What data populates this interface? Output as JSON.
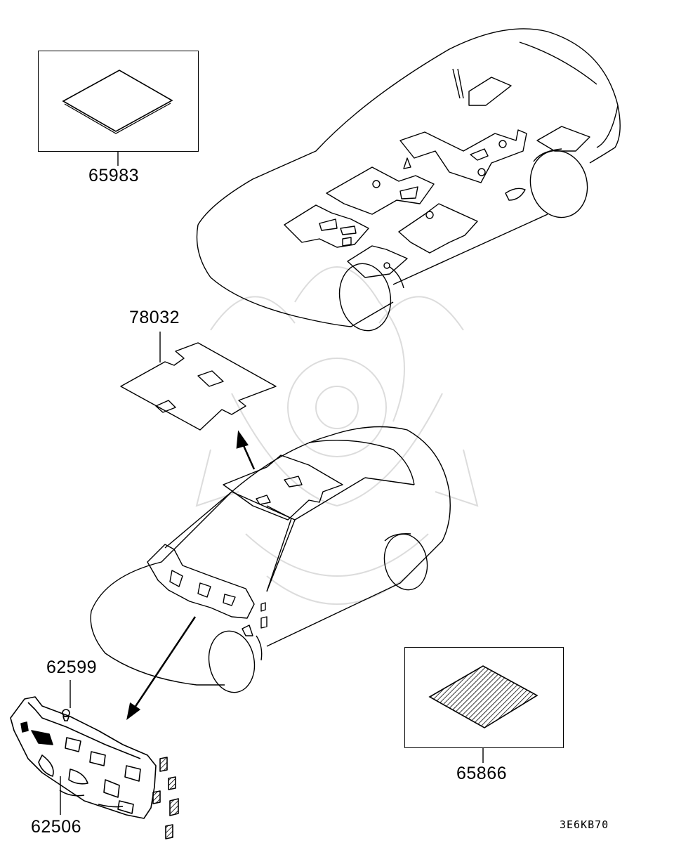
{
  "parts": {
    "p65983": "65983",
    "p78032": "78032",
    "p62599": "62599",
    "p65866": "65866",
    "p62506": "62506"
  },
  "diagram_code": "3E6KB70",
  "colors": {
    "line": "#000000",
    "watermark": "#d8d8d8",
    "background": "#ffffff"
  }
}
